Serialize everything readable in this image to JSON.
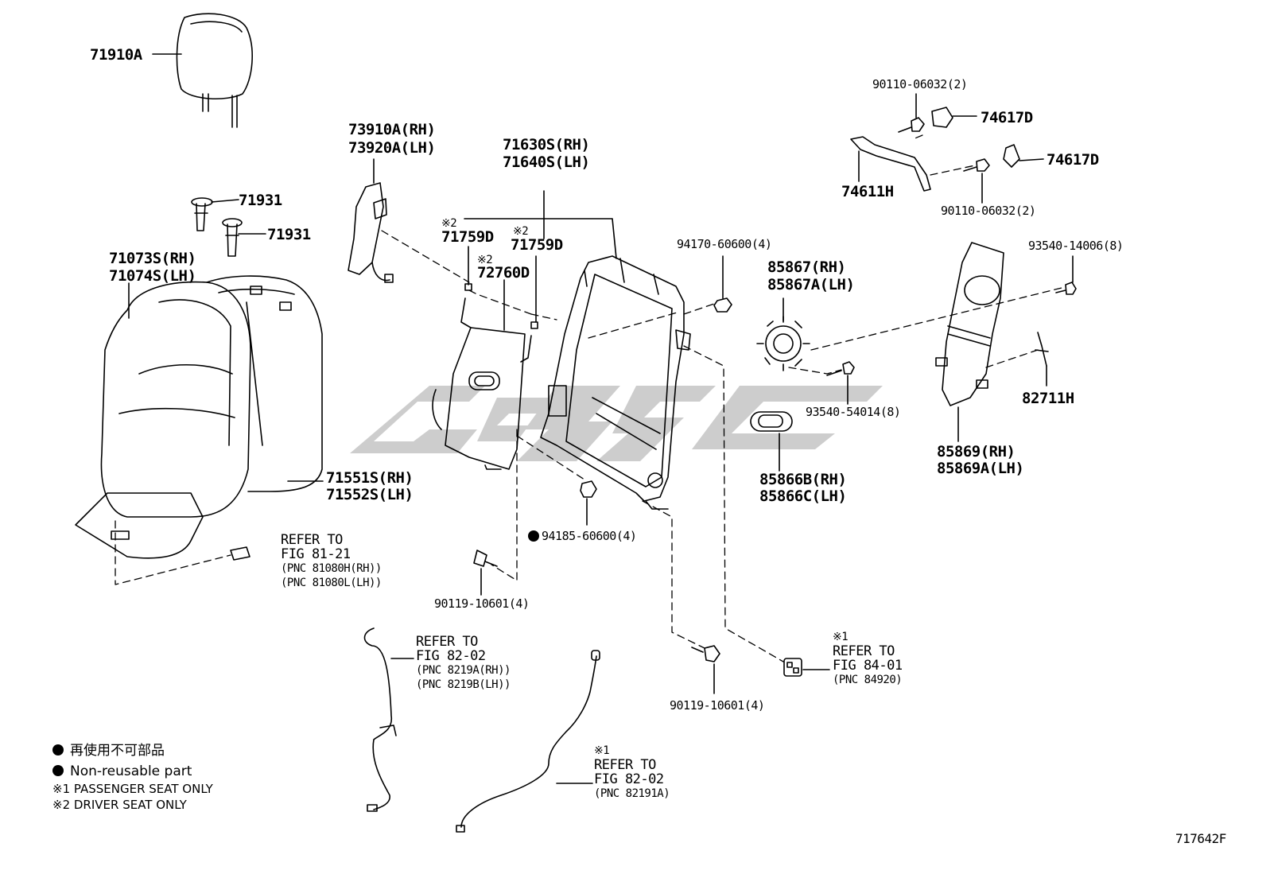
{
  "diagram_id": "717642F",
  "colors": {
    "ink": "#000000",
    "watermark": "#c8c8c8",
    "background": "#ffffff"
  },
  "labels": {
    "headrest": "71910A",
    "support_a": "71931",
    "support_b": "71931",
    "cover_rh": "71073S(RH)",
    "cover_lh": "71074S(LH)",
    "pad_rh": "71551S(RH)",
    "pad_lh": "71552S(LH)",
    "board_rh": "73910A(RH)",
    "board_lh": "73920A(LH)",
    "frame_rh": "71630S(RH)",
    "frame_lh": "71640S(LH)",
    "hook_a_mark": "※2",
    "hook_a": "71759D",
    "hook_b_mark": "※2",
    "hook_b": "71759D",
    "lumbar_mark": "※2",
    "lumbar": "72760D",
    "nut_94170": "94170-60600(4)",
    "nut_94185": "94185-60600(4)",
    "bolt_90119_a": "90119-10601(4)",
    "bolt_90119_b": "90119-10601(4)",
    "recliner_rh": "85867(RH)",
    "recliner_lh": "85867A(LH)",
    "knob_rh": "85866B(RH)",
    "knob_lh": "85866C(LH)",
    "screw_93540_54014": "93540-54014(8)",
    "screw_93540_14006": "93540-14006(8)",
    "bracket_rh": "85869(RH)",
    "bracket_lh": "85869A(LH)",
    "clip": "82711H",
    "grip_screw_top": "90110-06032(2)",
    "grip_screw_bottom": "90110-06032(2)",
    "cap_top": "74617D",
    "cap_bottom": "74617D",
    "grip": "74611H"
  },
  "refs": {
    "ref_81": {
      "line1": "REFER TO",
      "line2": "FIG 81-21",
      "line3": "(PNC 81080H(RH))",
      "line4": "(PNC 81080L(LH))"
    },
    "ref_82a": {
      "line1": "REFER TO",
      "line2": "FIG 82-02",
      "line3": "(PNC 8219A(RH))",
      "line4": "(PNC 8219B(LH))"
    },
    "ref_82b": {
      "mark": "※1",
      "line1": "REFER TO",
      "line2": "FIG 82-02",
      "line3": "(PNC 82191A)"
    },
    "ref_84": {
      "mark": "※1",
      "line1": "REFER TO",
      "line2": "FIG 84-01",
      "line3": "(PNC 84920)"
    }
  },
  "legend": {
    "jp": "再使用不可部品",
    "en": "Non-reusable part",
    "note1": "※1 PASSENGER SEAT ONLY",
    "note2": "※2 DRIVER SEAT ONLY"
  }
}
